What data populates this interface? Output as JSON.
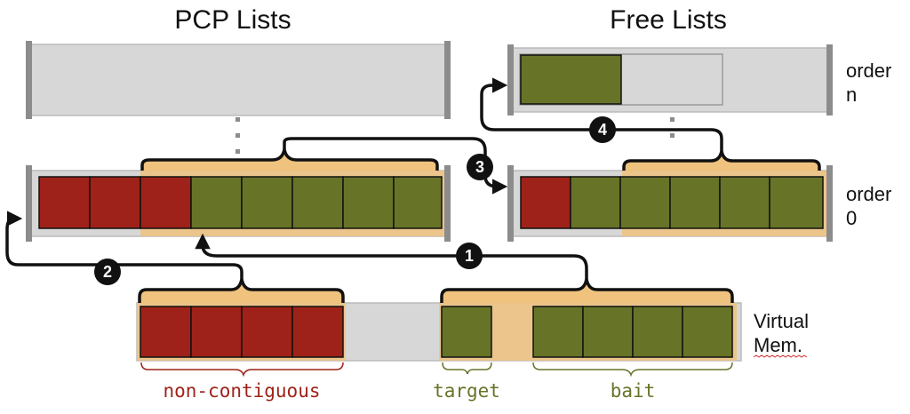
{
  "headings": {
    "pcp": "PCP Lists",
    "free": "Free Lists"
  },
  "side_labels": {
    "order_n_line1": "order",
    "order_n_line2": "n",
    "order_0_line1": "order",
    "order_0_line2": "0",
    "vmem_line1": "Virtual",
    "vmem_line2": "Mem."
  },
  "bottom_labels": {
    "noncontig": "non-contiguous",
    "target": "target",
    "bait": "bait"
  },
  "steps": [
    "1",
    "2",
    "3",
    "4"
  ],
  "colors": {
    "red_block": "#9e2219",
    "green_block": "#677428",
    "list_bg": "#d7d7d7",
    "highlight": "#efc27e",
    "endcap": "#8c8c8c",
    "noncontig_label": "#9e2219",
    "green_label": "#677428"
  },
  "icons": [
    "vertical-ellipsis-icon",
    "arrow-icon",
    "brace-icon",
    "wavy-underline-icon"
  ]
}
